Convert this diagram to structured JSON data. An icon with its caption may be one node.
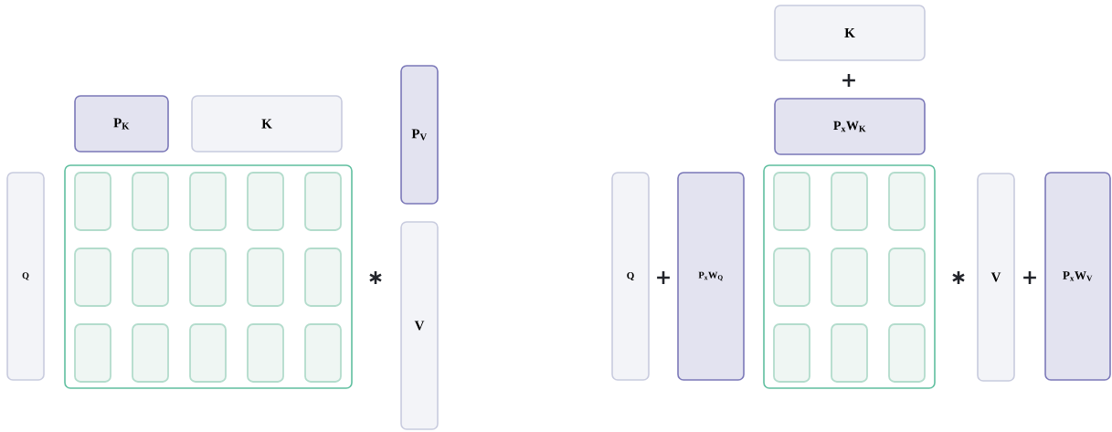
{
  "diagram": {
    "nodes": [
      {
        "text": [
          "P$_{K}$"
        ]
      },
      {
        "text": [
          "K"
        ]
      },
      {
        "text": [
          "P$_{V}$"
        ]
      },
      {
        "text": [
          "Q"
        ]
      },
      {
        "text": [],
        "shape": "box"
      },
      {
        "text": [],
        "shape": "box",
        "in": 4
      },
      {
        "text": [],
        "shape": "box",
        "in": 4
      },
      {
        "text": [],
        "shape": "box",
        "in": 4
      },
      {
        "text": [],
        "shape": "box",
        "in": 4
      },
      {
        "text": [],
        "shape": "box",
        "in": 4
      },
      {
        "text": [],
        "shape": "box",
        "in": 4
      },
      {
        "text": [],
        "shape": "box",
        "in": 4
      },
      {
        "text": [],
        "shape": "box",
        "in": 4
      },
      {
        "text": [],
        "shape": "box",
        "in": 4
      },
      {
        "text": [],
        "shape": "box",
        "in": 4
      },
      {
        "text": [],
        "shape": "box",
        "in": 4
      },
      {
        "text": [],
        "shape": "box",
        "in": 4
      },
      {
        "text": [],
        "shape": "box",
        "in": 4
      },
      {
        "text": [],
        "shape": "box",
        "in": 4
      },
      {
        "text": [],
        "shape": "box",
        "in": 4
      },
      {
        "text": [
          "V"
        ]
      },
      {
        "text": [
          "K"
        ]
      },
      {
        "text": [
          "P$_{x}$W$_{K}$"
        ]
      },
      {
        "text": [
          "Q"
        ]
      },
      {
        "text": [
          "P$_{x}$W$_{Q}$"
        ]
      },
      {
        "text": [],
        "shape": "box"
      },
      {
        "text": [],
        "shape": "box",
        "in": 25
      },
      {
        "text": [],
        "shape": "box",
        "in": 25
      },
      {
        "text": [],
        "shape": "box",
        "in": 25
      },
      {
        "text": [],
        "shape": "box",
        "in": 25
      },
      {
        "text": [],
        "shape": "box",
        "in": 25
      },
      {
        "text": [],
        "shape": "box",
        "in": 25
      },
      {
        "text": [],
        "shape": "box",
        "in": 25
      },
      {
        "text": [],
        "shape": "box",
        "in": 25
      },
      {
        "text": [],
        "shape": "box",
        "in": 25
      },
      {
        "text": [
          "V"
        ]
      },
      {
        "text": [
          "P$_{x}$W$_{V}$"
        ]
      }
    ],
    "labels": [
      "+",
      "∗",
      "+",
      "∗",
      "+"
    ]
  }
}
